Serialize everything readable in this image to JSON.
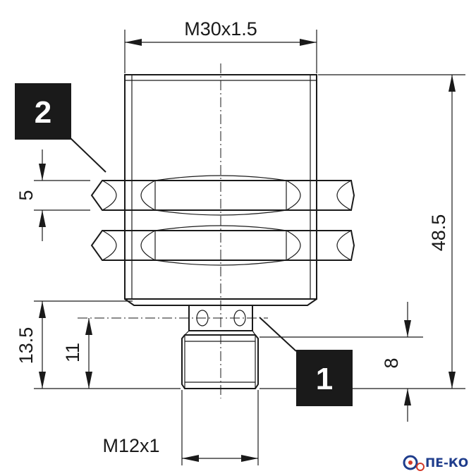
{
  "drawing": {
    "thread_main": "M30x1.5",
    "thread_connector": "M12x1",
    "total_length": "48.5",
    "nut_height": "5",
    "dim_13_5": "13.5",
    "dim_11": "11",
    "dim_8": "8",
    "callout_1": "1",
    "callout_2": "2"
  },
  "logo": {
    "text": "ПЕ-КО",
    "color": "#1f3d8c",
    "accent": "#d23a2a"
  }
}
